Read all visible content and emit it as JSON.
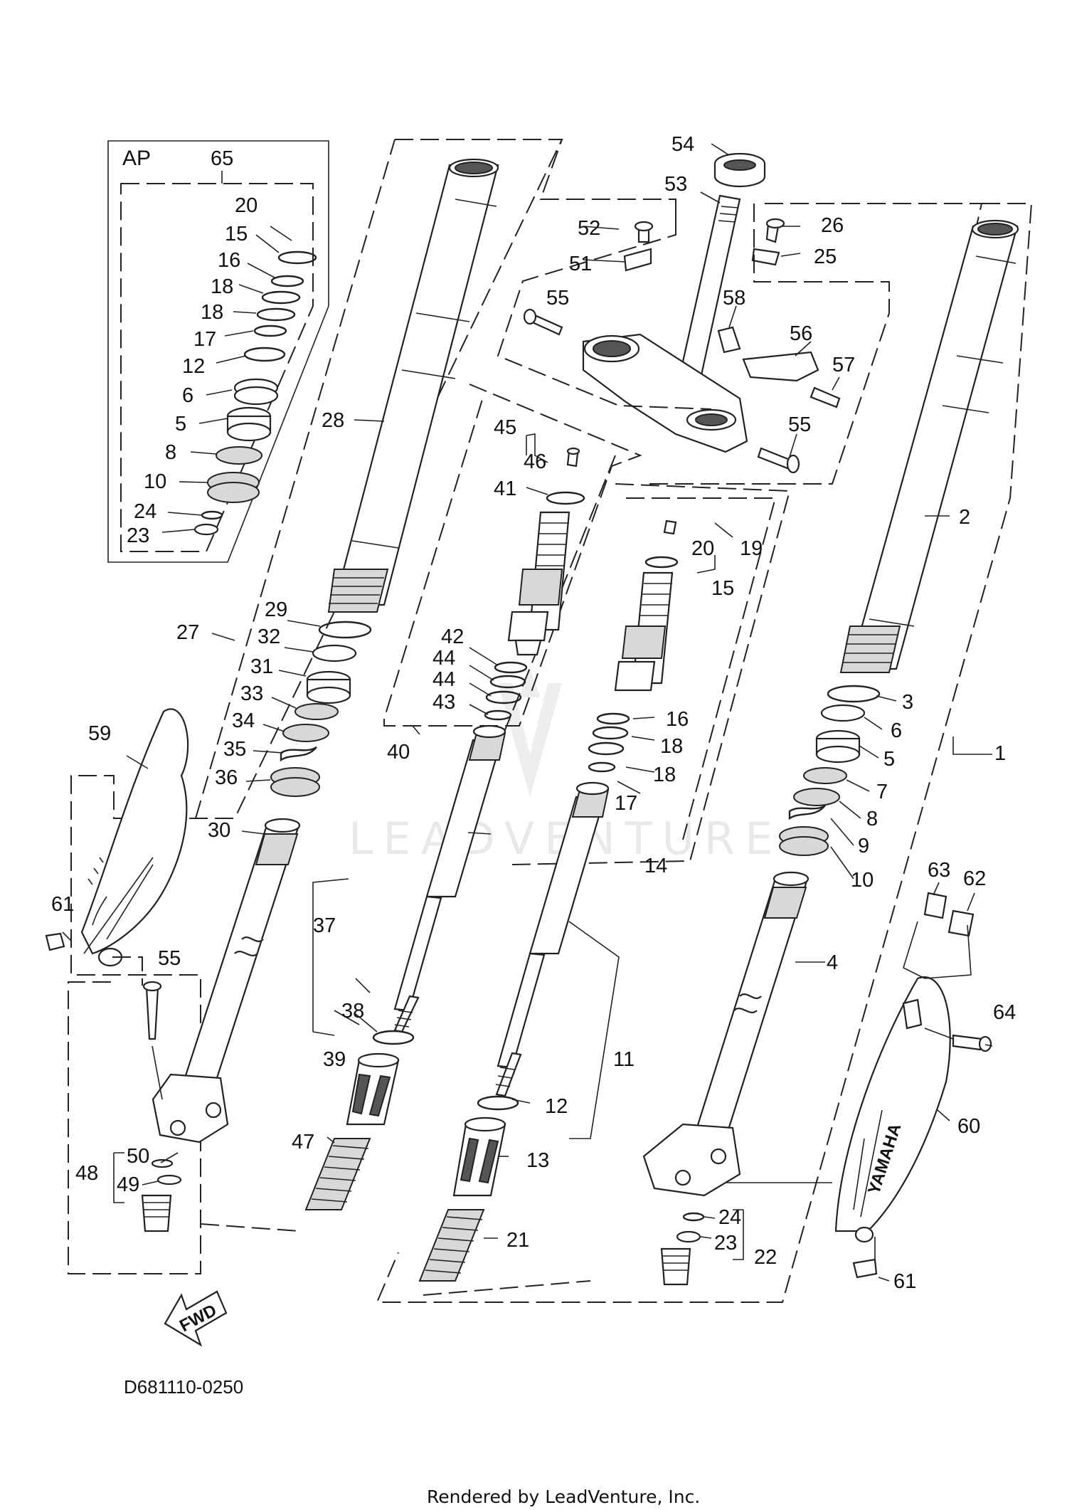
{
  "diagram": {
    "code": "D681110-0250",
    "credit": "Rendered by LeadVenture, Inc.",
    "watermark": "LEADVENTURE",
    "fwd_label": "FWD",
    "ap_label": "AP",
    "brand_text": "YAMAHA",
    "callouts": {
      "c65": "65",
      "c20a": "20",
      "c15a": "15",
      "c16a": "16",
      "c18a": "18",
      "c18b": "18",
      "c17a": "17",
      "c12a": "12",
      "c6a": "6",
      "c5a": "5",
      "c8a": "8",
      "c10a": "10",
      "c24a": "24",
      "c23a": "23",
      "c28": "28",
      "c27": "27",
      "c29": "29",
      "c32": "32",
      "c31": "31",
      "c33": "33",
      "c34": "34",
      "c35": "35",
      "c36": "36",
      "c30": "30",
      "c59": "59",
      "c61a": "61",
      "c55a": "55",
      "c50": "50",
      "c48": "48",
      "c49": "49",
      "c54": "54",
      "c53": "53",
      "c52": "52",
      "c51": "51",
      "c55b": "55",
      "c58": "58",
      "c56": "56",
      "c57": "57",
      "c55c": "55",
      "c26": "26",
      "c25": "25",
      "c45": "45",
      "c46": "46",
      "c41": "41",
      "c42": "42",
      "c44a": "44",
      "c44b": "44",
      "c43": "43",
      "c40": "40",
      "c37": "37",
      "c38": "38",
      "c39": "39",
      "c47": "47",
      "c20b": "20",
      "c19": "19",
      "c15b": "15",
      "c16b": "16",
      "c18c": "18",
      "c18d": "18",
      "c17b": "17",
      "c14": "14",
      "c11": "11",
      "c12b": "12",
      "c13": "13",
      "c21": "21",
      "c2": "2",
      "c3": "3",
      "c6b": "6",
      "c5b": "5",
      "c7": "7",
      "c8b": "8",
      "c9": "9",
      "c10b": "10",
      "c1": "1",
      "c4": "4",
      "c63": "63",
      "c62": "62",
      "c64": "64",
      "c60": "60",
      "c24b": "24",
      "c23b": "23",
      "c22": "22",
      "c61b": "61"
    }
  }
}
